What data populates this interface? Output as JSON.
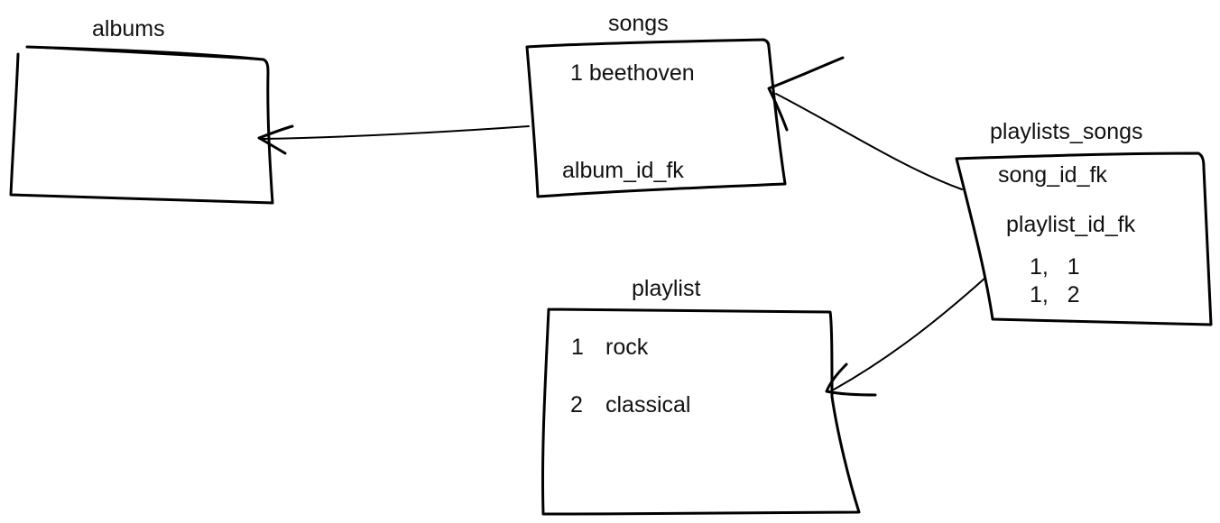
{
  "tables": {
    "albums": {
      "title": "albums"
    },
    "songs": {
      "title": "songs",
      "row": "1 beethoven",
      "fk": "album_id_fk"
    },
    "playlists_songs": {
      "title": "playlists_songs",
      "fk_song": "song_id_fk",
      "fk_playlist": "playlist_id_fk",
      "row1": "1,   1",
      "row2": "1,   2"
    },
    "playlist": {
      "title": "playlist",
      "row1_id": "1",
      "row1_name": "rock",
      "row2_id": "2",
      "row2_name": "classical"
    }
  },
  "relationships": [
    {
      "from": "songs",
      "to": "albums"
    },
    {
      "from": "playlists_songs",
      "to": "songs"
    },
    {
      "from": "playlists_songs",
      "to": "playlist"
    }
  ]
}
